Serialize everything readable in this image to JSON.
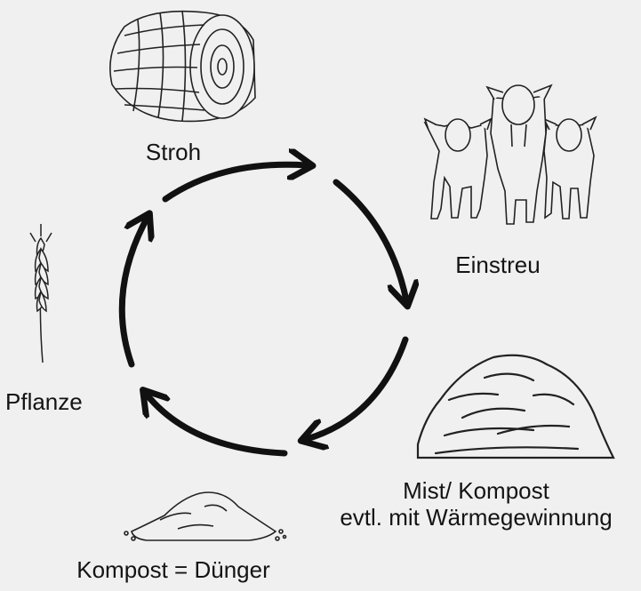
{
  "cycle": {
    "stages": [
      {
        "id": "stroh",
        "label": "Stroh",
        "icon": "hay-bale-icon"
      },
      {
        "id": "einstreu",
        "label": "Einstreu",
        "icon": "cows-icon"
      },
      {
        "id": "mist",
        "label_line1": "Mist/ Kompost",
        "label_line2": "evtl. mit Wärmegewinnung",
        "icon": "manure-pile-icon"
      },
      {
        "id": "kompost",
        "label": "Kompost =  Dünger",
        "icon": "compost-heap-icon"
      },
      {
        "id": "pflanze",
        "label": "Pflanze",
        "icon": "wheat-ear-icon"
      }
    ]
  },
  "colors": {
    "background": "#f0f0f0",
    "ink": "#111111"
  }
}
